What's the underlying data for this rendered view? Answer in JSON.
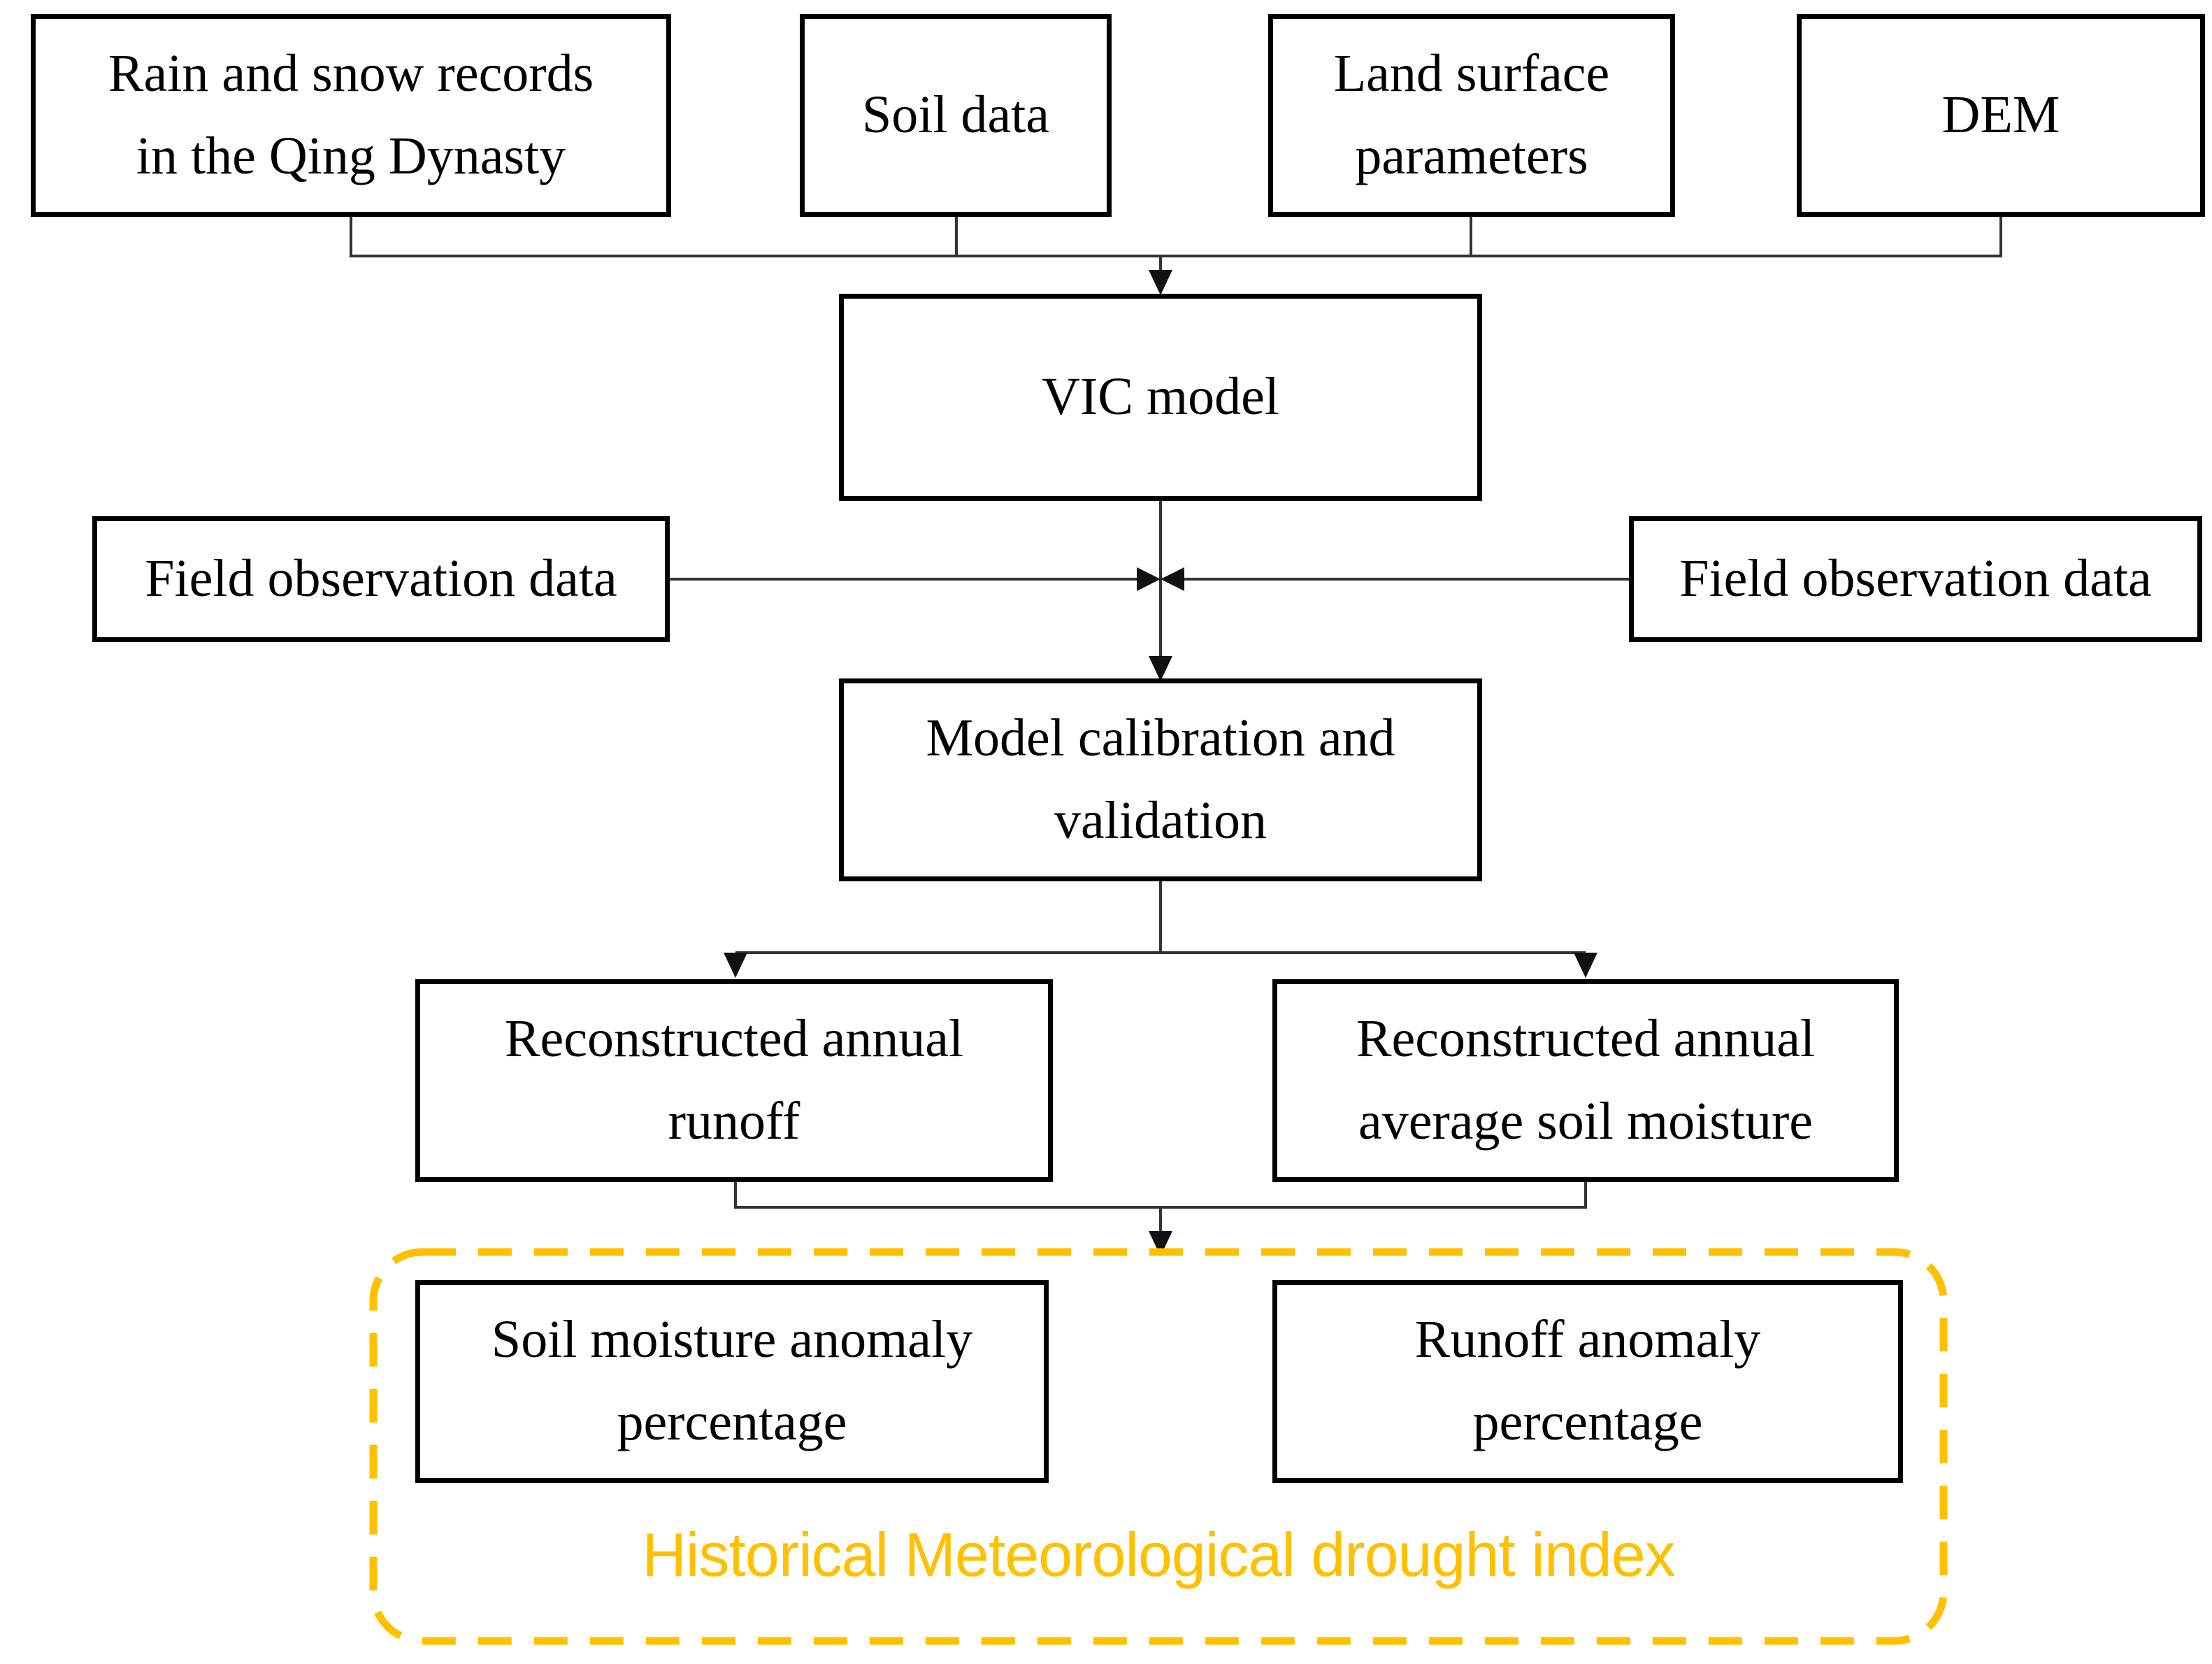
{
  "figure": {
    "type": "flowchart",
    "title": "VIC model historical drought reconstruction workflow"
  },
  "colors": {
    "accent_gold": "#FFC000",
    "box_border": "#000000",
    "connector": "#333333",
    "background": "#FFFFFF"
  },
  "nodes": {
    "rain_snow": {
      "lines": [
        "Rain and snow records",
        "in the Qing Dynasty"
      ]
    },
    "soil_data": {
      "lines": [
        "Soil data"
      ]
    },
    "land_surface": {
      "lines": [
        "Land surface",
        "parameters"
      ]
    },
    "dem": {
      "lines": [
        "DEM"
      ]
    },
    "vic_model": {
      "lines": [
        "VIC model"
      ]
    },
    "field_obs_left": {
      "lines": [
        "Field observation data"
      ]
    },
    "field_obs_right": {
      "lines": [
        "Field observation data"
      ]
    },
    "model_calibration": {
      "lines": [
        "Model calibration and",
        "validation"
      ]
    },
    "recon_runoff": {
      "lines": [
        "Reconstructed annual",
        "runoff"
      ]
    },
    "recon_soil_moisture": {
      "lines": [
        "Reconstructed annual",
        "average soil moisture"
      ]
    },
    "soil_moisture_anomaly": {
      "lines": [
        "Soil moisture anomaly",
        "percentage"
      ]
    },
    "runoff_anomaly": {
      "lines": [
        "Runoff anomaly",
        "percentage"
      ]
    },
    "drought_index_group": {
      "label": "Historical Meteorological drought index"
    }
  }
}
